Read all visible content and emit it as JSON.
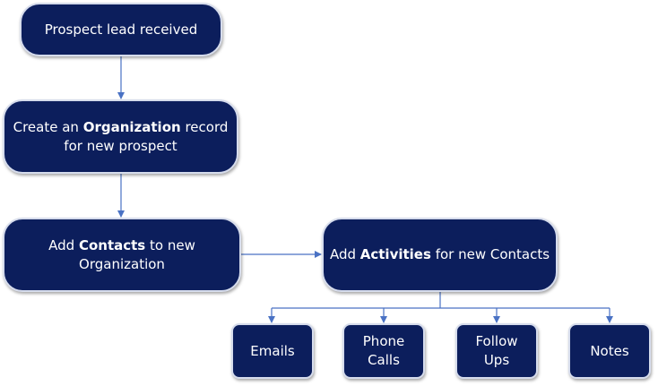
{
  "colors": {
    "node_fill": "#0c1e5c",
    "node_border": "#d6dcec",
    "connector": "#4a72c4",
    "text": "#ffffff"
  },
  "nodes": {
    "prospect": {
      "label": "Prospect lead received"
    },
    "organization": {
      "pre": "Create an ",
      "bold": "Organization",
      "post": " record for new prospect"
    },
    "contacts": {
      "pre": "Add ",
      "bold": "Contacts",
      "post": " to new Organization"
    },
    "activities": {
      "pre": "Add ",
      "bold": "Activities",
      "post": " for new Contacts"
    },
    "emails": {
      "label": "Emails"
    },
    "phone_calls": {
      "label": "Phone Calls"
    },
    "follow_ups": {
      "label": "Follow Ups"
    },
    "notes": {
      "label": "Notes"
    }
  }
}
